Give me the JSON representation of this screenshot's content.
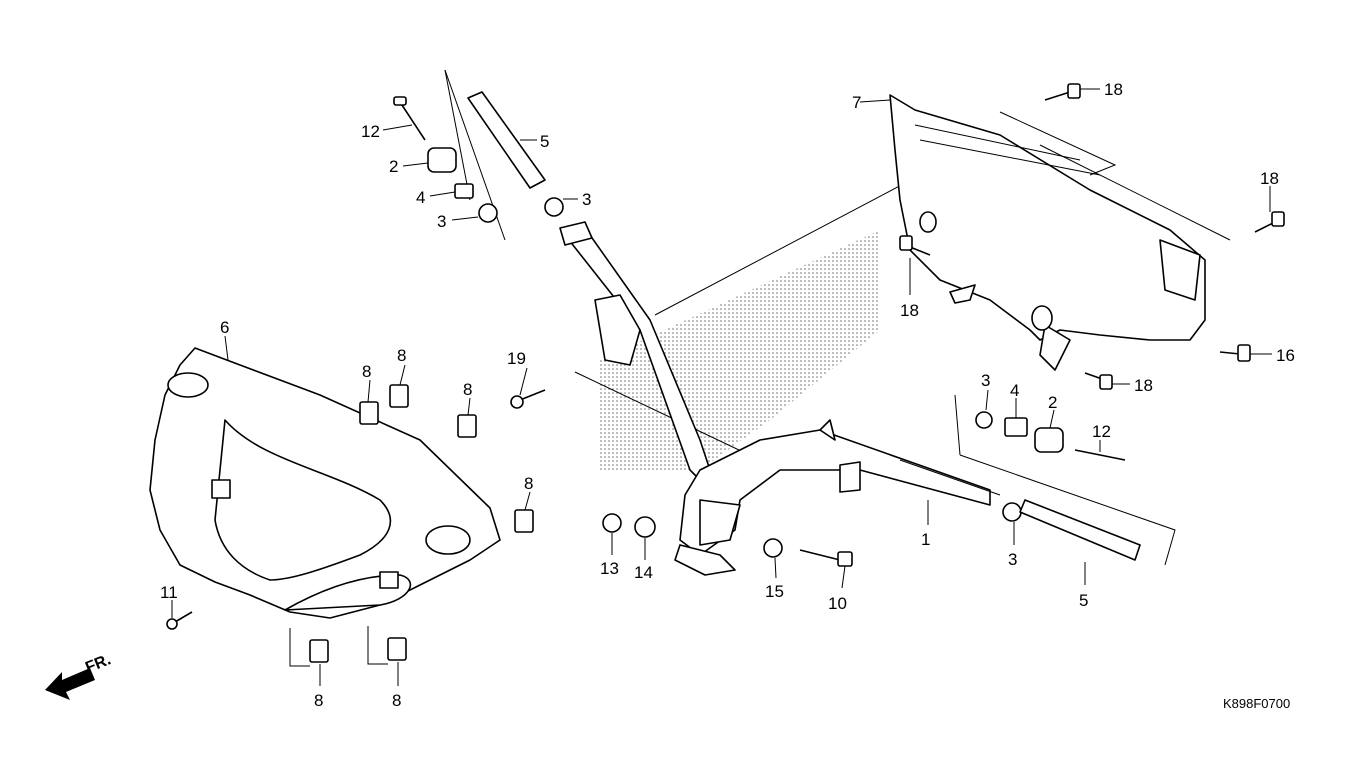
{
  "drawing_code": "K898F0700",
  "front_label": "FR.",
  "callouts": {
    "c1": "1",
    "c2a": "2",
    "c2b": "2",
    "c3a": "3",
    "c3b": "3",
    "c3c": "3",
    "c3d": "3",
    "c4a": "4",
    "c4b": "4",
    "c5a": "5",
    "c5b": "5",
    "c6": "6",
    "c7": "7",
    "c8a": "8",
    "c8b": "8",
    "c8c": "8",
    "c8d": "8",
    "c8e": "8",
    "c8f": "8",
    "c10": "10",
    "c11": "11",
    "c12a": "12",
    "c12b": "12",
    "c13": "13",
    "c14": "14",
    "c15": "15",
    "c16": "16",
    "c18a": "18",
    "c18b": "18",
    "c18c": "18",
    "c18d": "18",
    "c19": "19"
  }
}
